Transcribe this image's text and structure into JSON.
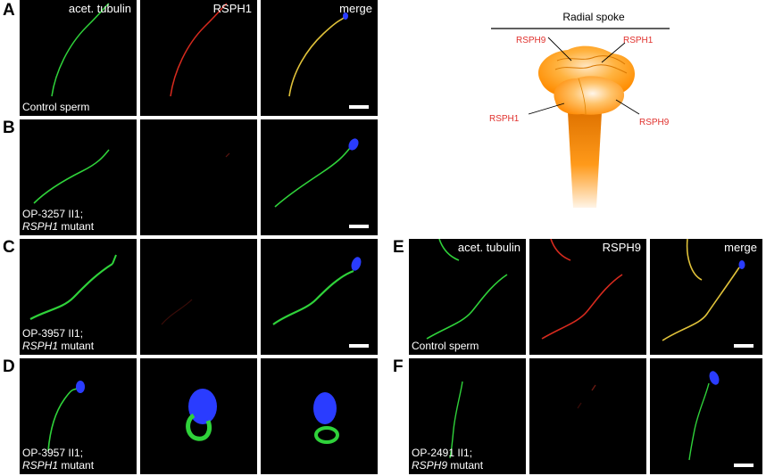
{
  "panels": {
    "A": {
      "letter": "A",
      "headers": [
        "acet. tubulin",
        "RSPH1",
        "merge"
      ],
      "caption_line1": "Control sperm",
      "caption_line2_gene": "",
      "caption_line2_rest": ""
    },
    "B": {
      "letter": "B",
      "caption_line1": "OP-3257 II1;",
      "caption_line2_gene": "RSPH1",
      "caption_line2_rest": " mutant"
    },
    "C": {
      "letter": "C",
      "caption_line1": "OP-3957 II1;",
      "caption_line2_gene": "RSPH1",
      "caption_line2_rest": " mutant"
    },
    "D": {
      "letter": "D",
      "caption_line1": "OP-3957 II1;",
      "caption_line2_gene": "RSPH1",
      "caption_line2_rest": " mutant"
    },
    "E": {
      "letter": "E",
      "headers": [
        "acet. tubulin",
        "RSPH9",
        "merge"
      ],
      "caption_line1": "Control sperm"
    },
    "F": {
      "letter": "F",
      "caption_line1": "OP-2491 II1;",
      "caption_line2_gene": "RSPH9",
      "caption_line2_rest": " mutant"
    }
  },
  "diagram": {
    "title": "Radial spoke",
    "labels": {
      "rsph9_top": "RSPH9",
      "rsph1_top": "RSPH1",
      "rsph1_bottom": "RSPH1",
      "rsph9_bottom": "RSPH9"
    }
  },
  "colors": {
    "tubulin": "#2fd23a",
    "rsph": "#d62a1e",
    "merge": "#e0c23a",
    "nucleus": "#2a3cff",
    "spoke": "#ff9a1a",
    "label_red": "#e0312d"
  }
}
